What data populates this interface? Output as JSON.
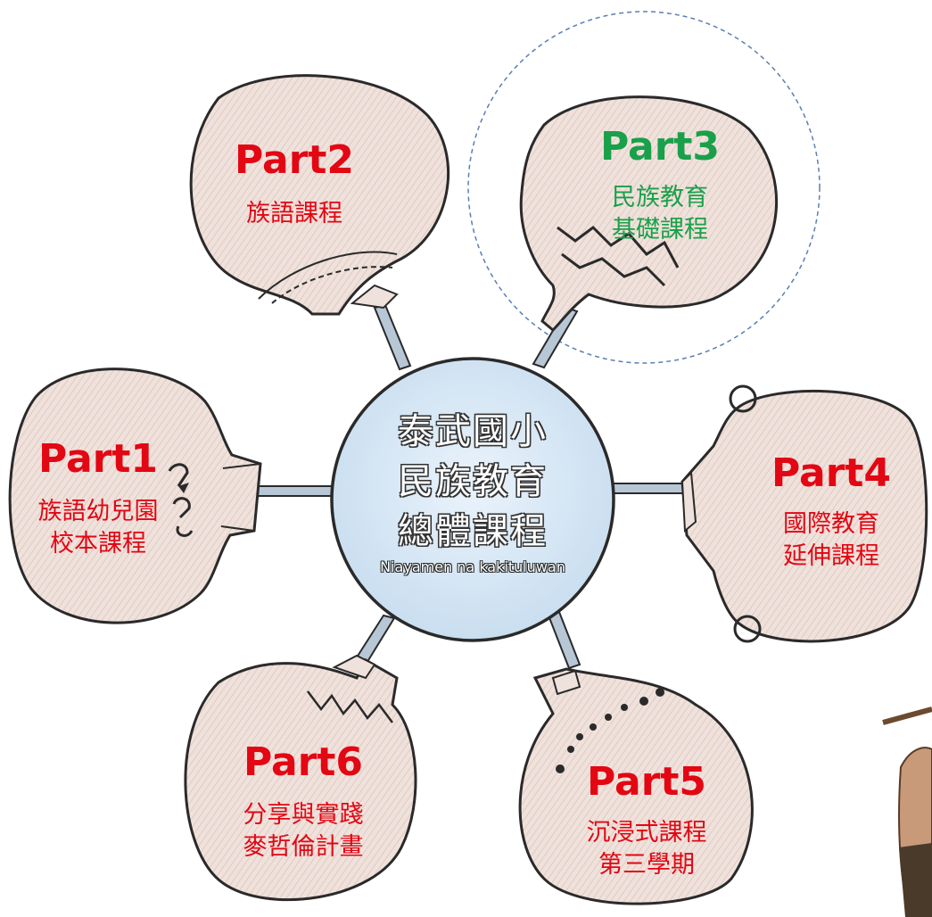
{
  "center": {
    "lines": [
      "泰武國小",
      "民族教育",
      "總體課程"
    ],
    "subtitle": "Niayamen na kakituluwan"
  },
  "parts": [
    {
      "title": "Part1",
      "lines": [
        "族語幼兒園",
        "校本課程"
      ],
      "color": "#e30613"
    },
    {
      "title": "Part2",
      "lines": [
        "族語課程"
      ],
      "color": "#e30613"
    },
    {
      "title": "Part3",
      "lines": [
        "民族教育",
        "基礎課程"
      ],
      "color": "#1aa04a",
      "highlighted": true
    },
    {
      "title": "Part4",
      "lines": [
        "國際教育",
        "延伸課程"
      ],
      "color": "#e30613"
    },
    {
      "title": "Part5",
      "lines": [
        "沉浸式課程",
        "第三學期"
      ],
      "color": "#e30613"
    },
    {
      "title": "Part6",
      "lines": [
        "分享與實踐",
        "麥哲倫計畫"
      ],
      "color": "#e30613"
    }
  ],
  "colors": {
    "pot_fill": "#efe4df",
    "hub_fill": "#d9e9f5",
    "outline": "#2a2a2a",
    "highlight_ring": "#5a7fb5"
  }
}
